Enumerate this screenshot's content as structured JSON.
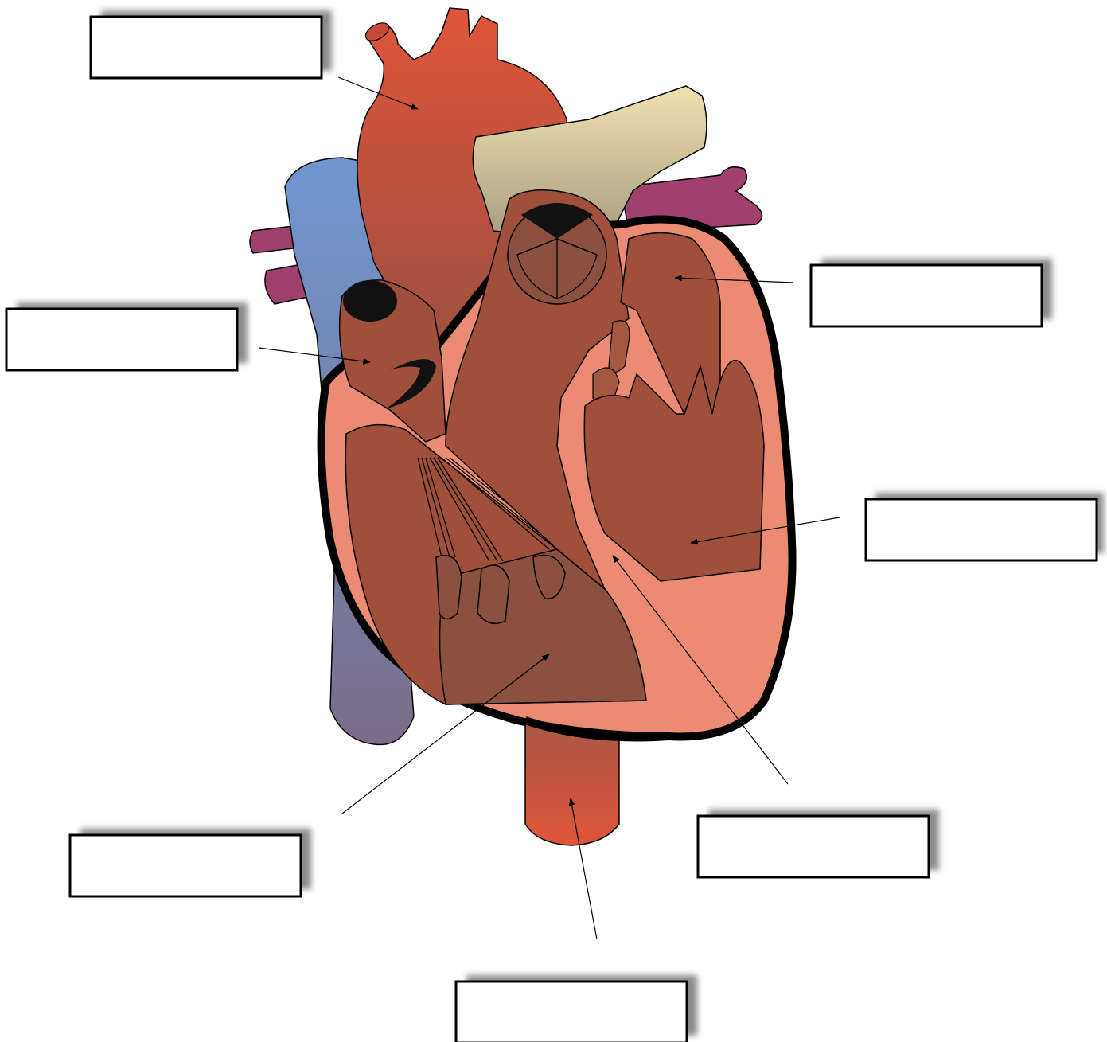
{
  "diagram": {
    "kind": "heart-anatomy-worksheet",
    "colors": {
      "aorta_top": "#e0553a",
      "aorta_bottom": "#9c5040",
      "vena_cava_top": "#6f96d0",
      "vena_cava_bottom": "#7a6e88",
      "pulmonary_artery_top": "#efe2b0",
      "pulmonary_artery_bottom": "#a89c80",
      "pulmonary_vessel": "#a0406e",
      "heart_wall": "#ec8b74",
      "chamber": "#9f4f3a",
      "ventricle_dark": "#8c503f",
      "outline": "#000000",
      "label_shadow": "#8a8a8a",
      "label_box": "#ffffff"
    },
    "labels": [
      {
        "id": "label-aorta",
        "text": ""
      },
      {
        "id": "label-left-atrium",
        "text": ""
      },
      {
        "id": "label-right-atrium",
        "text": ""
      },
      {
        "id": "label-left-ventricle",
        "text": ""
      },
      {
        "id": "label-right-ventricle",
        "text": ""
      },
      {
        "id": "label-septum",
        "text": ""
      },
      {
        "id": "label-descending-aorta",
        "text": ""
      }
    ]
  }
}
